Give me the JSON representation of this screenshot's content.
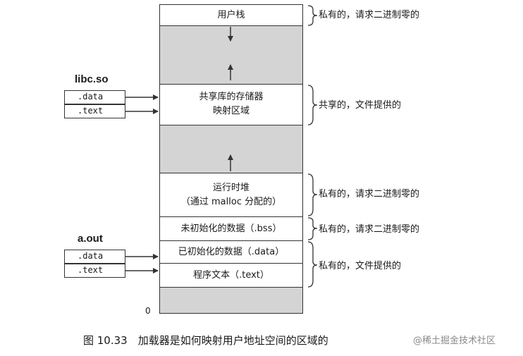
{
  "segments": {
    "user_stack": "用户栈",
    "shared_lib_line1": "共享库的存储器",
    "shared_lib_line2": "映射区域",
    "heap_line1": "运行时堆",
    "heap_line2": "（通过 malloc 分配的）",
    "bss": "未初始化的数据（.bss）",
    "data": "已初始化的数据（.data）",
    "text": "程序文本（.text）"
  },
  "libc": {
    "title": "libc.so",
    "data": ".data",
    "text": ".text"
  },
  "aout": {
    "title": "a.out",
    "data": ".data",
    "text": ".text"
  },
  "annotations": {
    "stack": "私有的，请求二进制零的",
    "shared": "共享的，文件提供的",
    "heap": "私有的，请求二进制零的",
    "bss": "私有的，请求二进制零的",
    "data_text": "私有的，文件提供的"
  },
  "zero_label": "0",
  "caption": "图 10.33　加载器是如何映射用户地址空间的区域的",
  "watermark": "@稀土掘金技术社区",
  "colors": {
    "gray_region": "#d4d4d4",
    "line": "#333333"
  }
}
